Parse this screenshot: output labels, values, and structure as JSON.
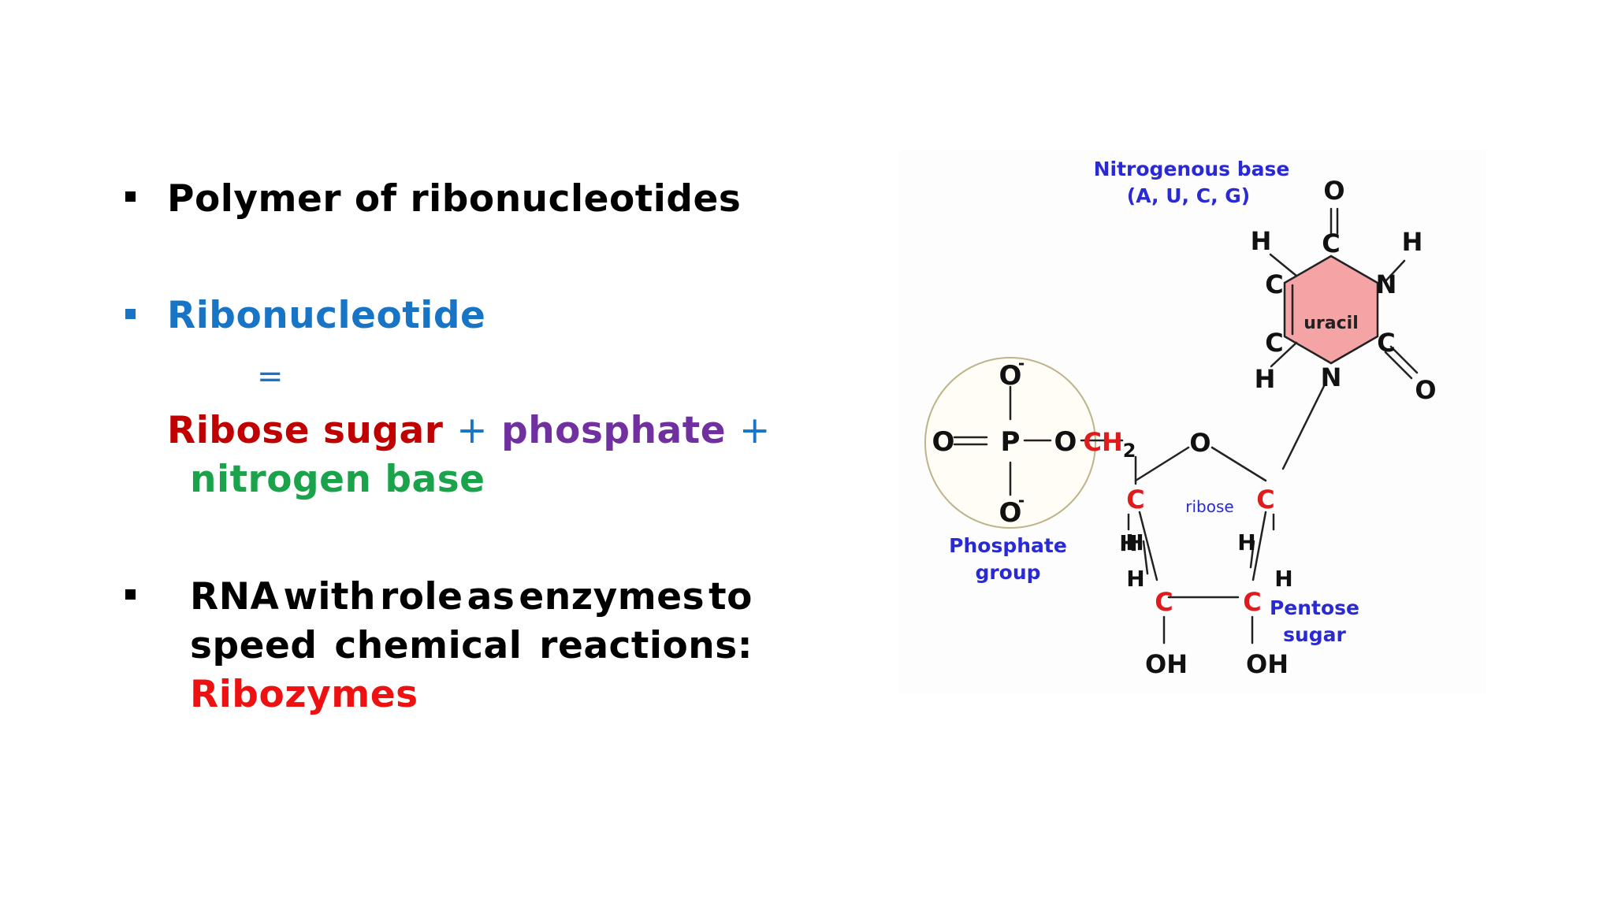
{
  "colors": {
    "black": "#000000",
    "blue": "#1874c4",
    "dark_red": "#c00000",
    "purple": "#7030a0",
    "green": "#1aa34a",
    "red": "#ee1111",
    "diagram_blue": "#2a2ad4",
    "uracil_fill": "#f4a4a4"
  },
  "bullets": {
    "line1": "Polymer of  ribonucleotides",
    "line2": "Ribonucleotide",
    "equals": "=",
    "ribose_sugar": "Ribose sugar",
    "plus1": "+",
    "phosphate": "phosphate",
    "plus2": "+",
    "nitrogen_base": "nitrogen base",
    "rna_line1_words": [
      "RNA",
      "with",
      "role",
      "as",
      "enzymes",
      "to"
    ],
    "rna_line2_words": [
      "speed",
      "chemical",
      "reactions:"
    ],
    "ribozymes": "Ribozymes"
  },
  "diagram": {
    "nitrogenous_base_label": "Nitrogenous base",
    "bases": "(A, U, C, G)",
    "uracil": "uracil",
    "ribose": "ribose",
    "phosphate_group_line1": "Phosphate",
    "phosphate_group_line2": "group",
    "pentose_sugar_line1": "Pentose",
    "pentose_sugar_line2": "sugar",
    "atoms": {
      "O": "O",
      "P": "P",
      "C": "C",
      "H": "H",
      "N": "N",
      "CH": "CH",
      "sub2": "2",
      "OH": "OH",
      "minus": "-"
    }
  }
}
